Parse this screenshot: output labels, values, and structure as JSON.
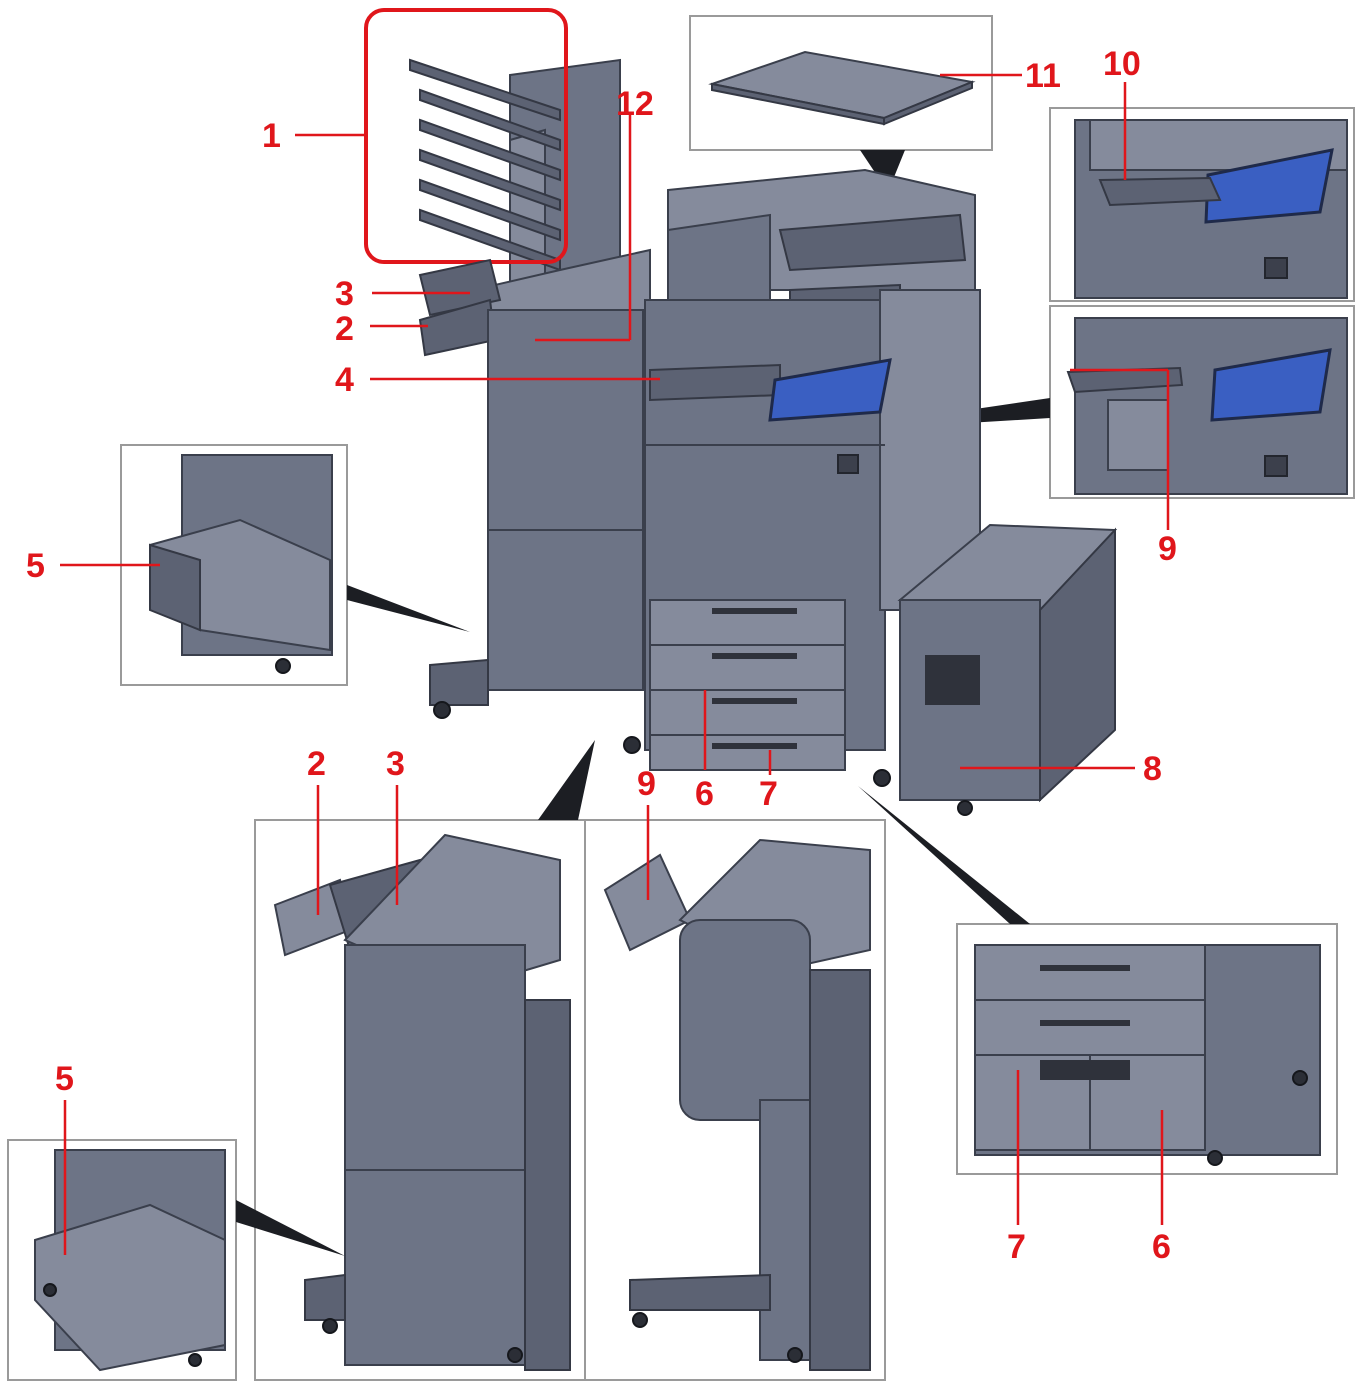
{
  "diagram": {
    "callouts": [
      {
        "id": "c1",
        "label": "1"
      },
      {
        "id": "c12",
        "label": "12"
      },
      {
        "id": "c3a",
        "label": "3"
      },
      {
        "id": "c2a",
        "label": "2"
      },
      {
        "id": "c4",
        "label": "4"
      },
      {
        "id": "c5a",
        "label": "5"
      },
      {
        "id": "c11",
        "label": "11"
      },
      {
        "id": "c10",
        "label": "10"
      },
      {
        "id": "c9a",
        "label": "9"
      },
      {
        "id": "c6a",
        "label": "6"
      },
      {
        "id": "c7a",
        "label": "7"
      },
      {
        "id": "c8",
        "label": "8"
      },
      {
        "id": "c2b",
        "label": "2"
      },
      {
        "id": "c3b",
        "label": "3"
      },
      {
        "id": "c9b",
        "label": "9"
      },
      {
        "id": "c5b",
        "label": "5"
      },
      {
        "id": "c7b",
        "label": "7"
      },
      {
        "id": "c6b",
        "label": "6"
      }
    ],
    "colors": {
      "callout": "#e0161b",
      "machine_body": "#6d7486",
      "panel_screen": "#3a5fc2",
      "highlight_box": "#e0161b"
    }
  }
}
